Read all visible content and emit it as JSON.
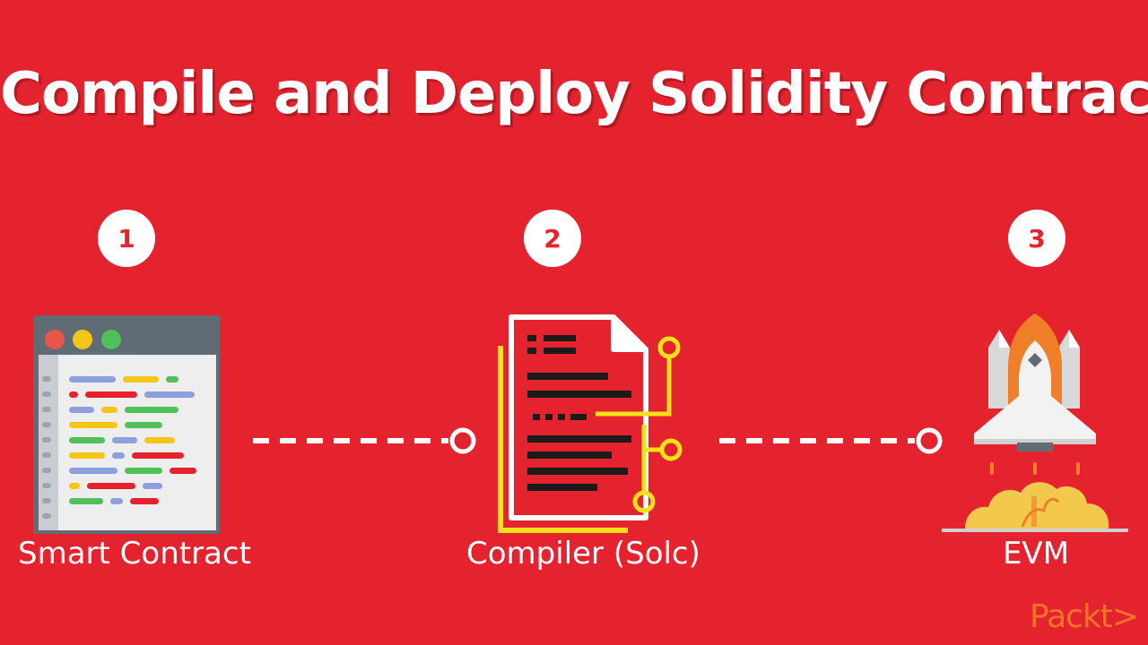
{
  "title": "Compile and Deploy Solidity Contract",
  "steps": [
    {
      "number": "1",
      "label": "Smart Contract"
    },
    {
      "number": "2",
      "label": "Compiler (Solc)"
    },
    {
      "number": "3",
      "label": "EVM"
    }
  ],
  "logo": "Packt>",
  "colors": {
    "background": "#e5232f",
    "accent_yellow": "#f5e11a",
    "logo_orange": "#f47c28"
  }
}
